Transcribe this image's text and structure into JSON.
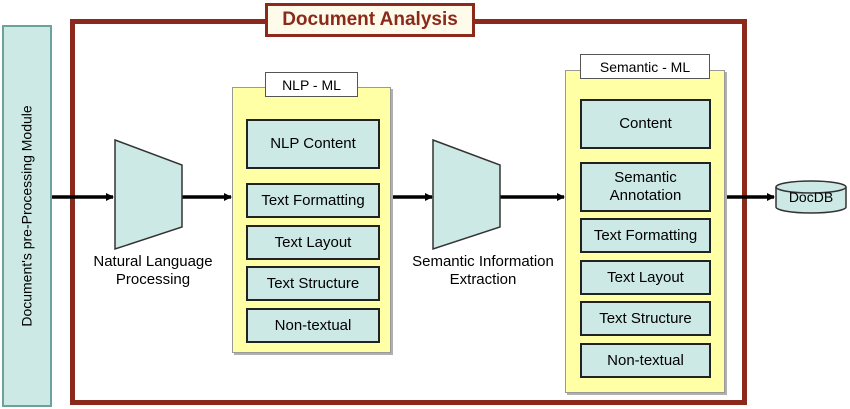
{
  "frame": {
    "title": "Document Analysis"
  },
  "side_module": {
    "label": "Document's pre-Processing Module"
  },
  "nlp_process": {
    "label_line1": "Natural Language",
    "label_line2": "Processing"
  },
  "nlp_panel": {
    "title": "NLP - ML",
    "items": [
      "NLP Content",
      "Text Formatting",
      "Text Layout",
      "Text Structure",
      "Non-textual"
    ]
  },
  "semantic_process": {
    "label_line1": "Semantic Information",
    "label_line2": "Extraction"
  },
  "semantic_panel": {
    "title": "Semantic - ML",
    "items": [
      "Content",
      "Semantic Annotation",
      "Text Formatting",
      "Text Layout",
      "Text Structure",
      "Non-textual"
    ]
  },
  "database": {
    "label": "DocDB"
  },
  "colors": {
    "frame": "#8b2a1c",
    "box_fill": "#cce9e6",
    "panel_fill": "#ffffa6"
  }
}
